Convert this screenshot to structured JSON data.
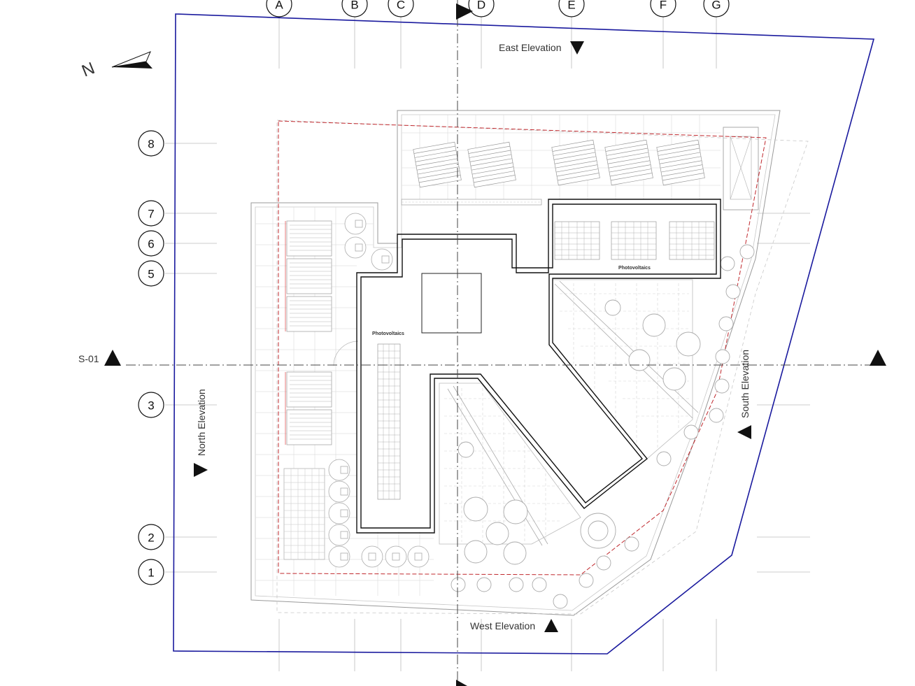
{
  "north_label": "N",
  "column_grid": [
    "A",
    "B",
    "C",
    "D",
    "E",
    "F",
    "G"
  ],
  "row_grid": [
    "8",
    "7",
    "6",
    "5",
    "3",
    "2",
    "1"
  ],
  "section_label": "S-01",
  "elevations": {
    "east": "East Elevation",
    "west": "West Elevation",
    "north": "North Elevation",
    "south": "South Elevation"
  },
  "roof_labels": {
    "pv_left": "Photovoltaics",
    "pv_right": "Photovoltaics"
  },
  "colors": {
    "site_boundary": "#1a1a9e",
    "setback_line": "#c0282d",
    "building": "#111111",
    "grid": "#bdbdbd"
  }
}
